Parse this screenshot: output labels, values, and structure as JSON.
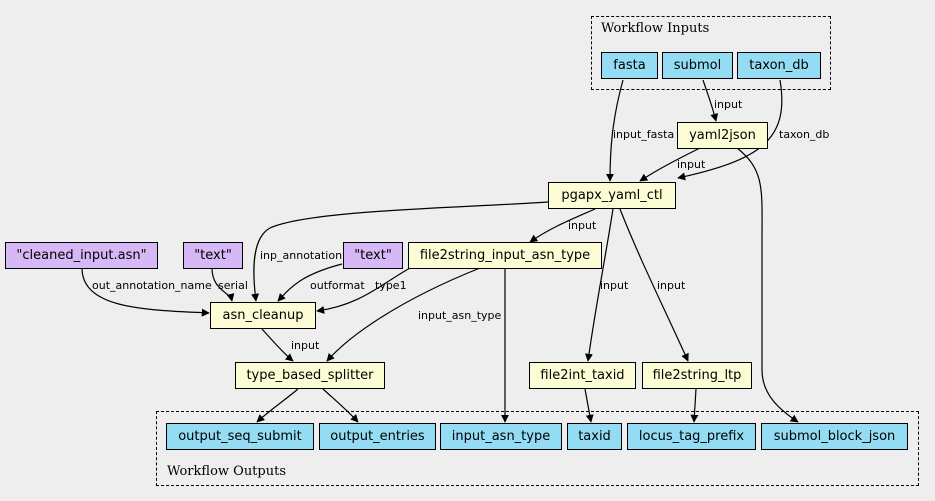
{
  "clusters": {
    "inputs_title": "Workflow Inputs",
    "outputs_title": "Workflow Outputs"
  },
  "inputs": {
    "fasta": "fasta",
    "submol": "submol",
    "taxon_db": "taxon_db"
  },
  "steps": {
    "yaml2json": "yaml2json",
    "pgapx_yaml_ctl": "pgapx_yaml_ctl",
    "file2string_input_asn_type": "file2string_input_asn_type",
    "asn_cleanup": "asn_cleanup",
    "type_based_splitter": "type_based_splitter",
    "file2int_taxid": "file2int_taxid",
    "file2string_ltp": "file2string_ltp"
  },
  "constants": {
    "cleaned_input": "\"cleaned_input.asn\"",
    "text_serial": "\"text\"",
    "text_outformat": "\"text\""
  },
  "outputs": {
    "output_seq_submit": "output_seq_submit",
    "output_entries": "output_entries",
    "input_asn_type": "input_asn_type",
    "taxid": "taxid",
    "locus_tag_prefix": "locus_tag_prefix",
    "submol_block_json": "submol_block_json"
  },
  "edge_labels": {
    "submol_yaml2json": "input",
    "fasta_pgapx": "input_fasta",
    "taxon_pgapx": "taxon_db",
    "yaml2json_pgapx": "input",
    "pgapx_file2string": "input",
    "pgapx_asn_cleanup": "inp_annotation",
    "cleaned_asn_cleanup": "out_annotation_name",
    "text_serial": "serial",
    "text_outformat": "outformat",
    "file2string_type1": "type1",
    "file2string_splitter": "input_asn_type",
    "asn_cleanup_splitter": "input",
    "pgapx_file2int": "input",
    "pgapx_file2string_ltp": "input"
  }
}
